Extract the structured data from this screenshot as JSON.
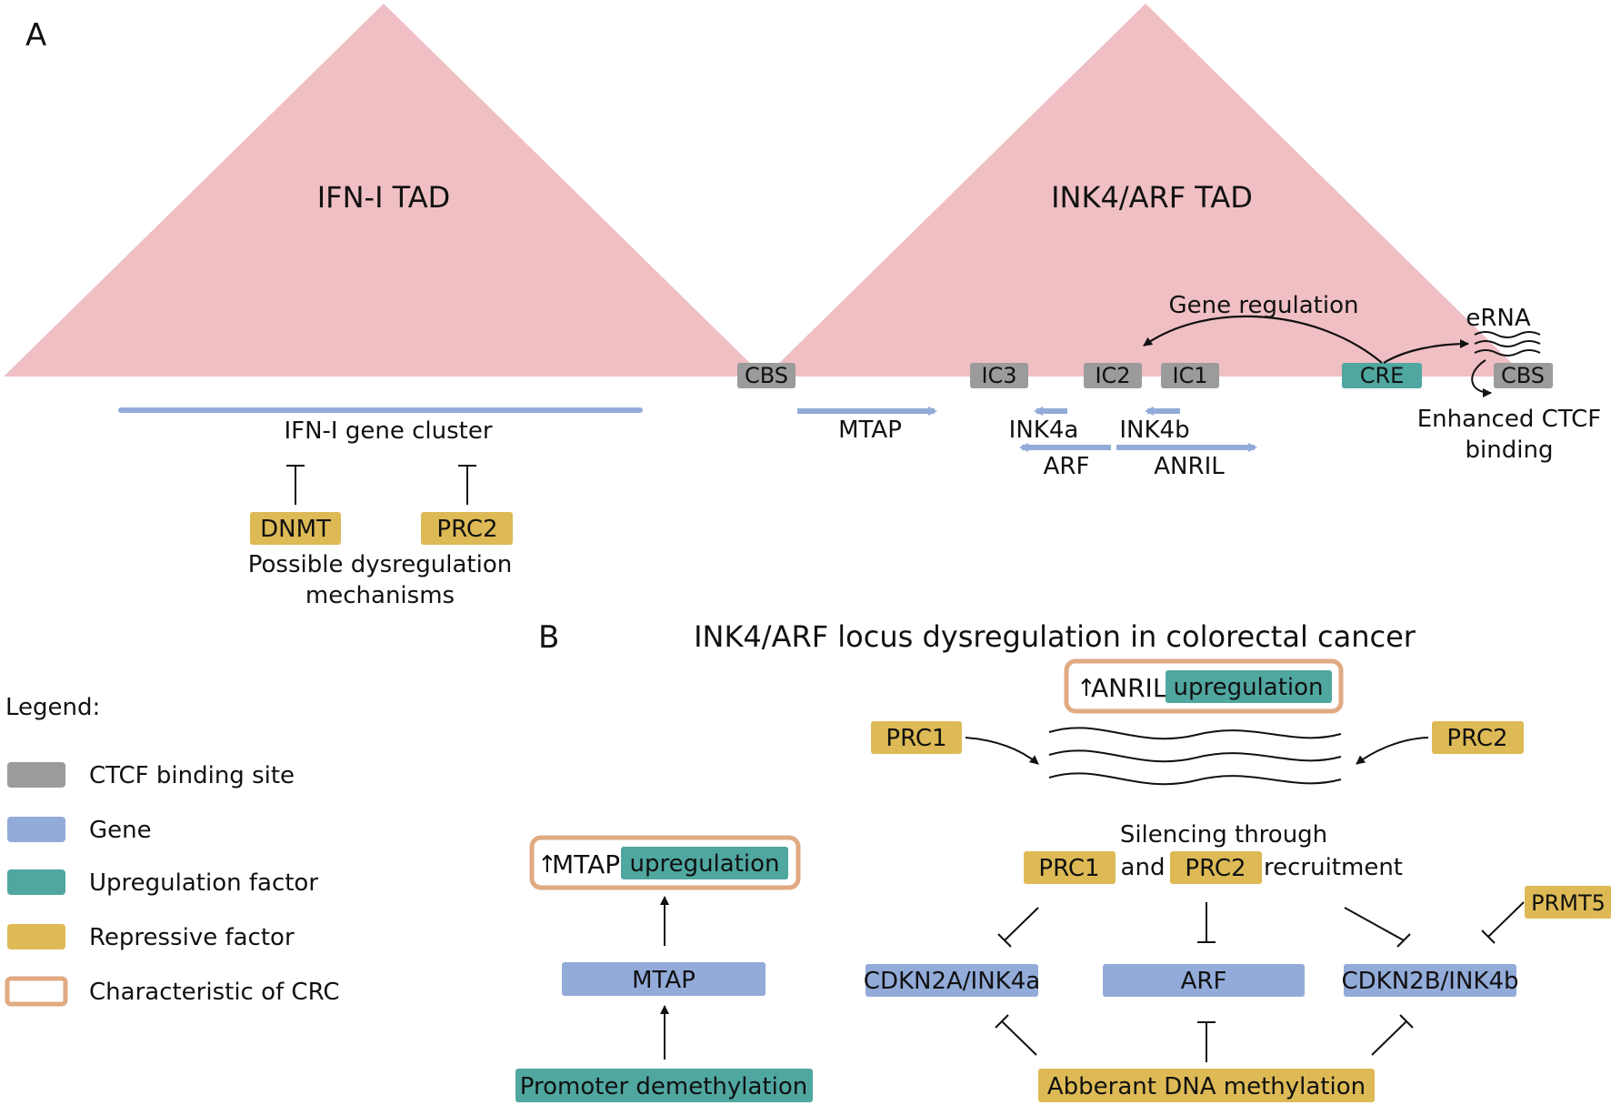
{
  "colors": {
    "tad": "#EFBFC3",
    "ctcf": "#9B9B9B",
    "gene": "#92ABD9",
    "upregulation": "#4FA7A0",
    "repressive": "#DDBA55",
    "crc_border": "#E0AA82",
    "text": "#111111"
  },
  "panel_a": {
    "label": "A",
    "tad_left": "IFN-I TAD",
    "tad_right": "INK4/ARF TAD",
    "cbs_left": "CBS",
    "cbs_right": "CBS",
    "ic3": "IC3",
    "ic2": "IC2",
    "ic1": "IC1",
    "cre": "CRE",
    "gene_regulation": "Gene regulation",
    "erna": "eRNA",
    "enhanced_ctcf_line1": "Enhanced CTCF",
    "enhanced_ctcf_line2": "binding",
    "ifn_cluster": "IFN-I gene cluster",
    "mtap": "MTAP",
    "ink4a": "INK4a",
    "ink4b": "INK4b",
    "arf": "ARF",
    "anril": "ANRIL",
    "dnmt": "DNMT",
    "prc2": "PRC2",
    "mechanisms_line1": "Possible dysregulation",
    "mechanisms_line2": "mechanisms"
  },
  "panel_b": {
    "label": "B",
    "title": "INK4/ARF locus dysregulation in colorectal cancer",
    "anril_up_arrow": "↑",
    "anril": "ANRIL",
    "anril_upregulation": "upregulation",
    "prc1_left": "PRC1",
    "prc2_right": "PRC2",
    "silencing_line1": "Silencing through",
    "silencing_prc1": "PRC1",
    "silencing_and": "and",
    "silencing_prc2": "PRC2",
    "silencing_recruitment": "recruitment",
    "prmt5": "PRMT5",
    "cdkn2a": "CDKN2A/INK4a",
    "arf": "ARF",
    "cdkn2b": "CDKN2B/INK4b",
    "aberrant": "Abberant DNA methylation",
    "mtap_up_arrow": "↑",
    "mtap_label": "MTAP",
    "mtap_upregulation": "upregulation",
    "mtap_gene": "MTAP",
    "promoter": "Promoter demethylation"
  },
  "legend": {
    "title": "Legend:",
    "items": [
      {
        "label": "CTCF binding site",
        "color": "#9B9B9B"
      },
      {
        "label": "Gene",
        "color": "#92ABD9"
      },
      {
        "label": "Upregulation factor",
        "color": "#4FA7A0"
      },
      {
        "label": "Repressive factor",
        "color": "#DDBA55"
      },
      {
        "label": "Characteristic of CRC",
        "color": "#E0AA82"
      }
    ]
  }
}
